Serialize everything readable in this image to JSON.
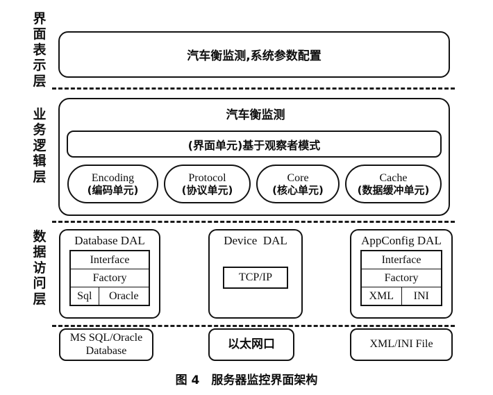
{
  "figure": {
    "caption": "图 4　服务器监控界面架构"
  },
  "layers": [
    {
      "id": "presentation",
      "label": "界面表示层",
      "label_chars": [
        "界",
        "面",
        "表",
        "示",
        "层"
      ],
      "boxes": [
        {
          "name": "presentation-main",
          "text": "汽车衡监测,系统参数配置"
        }
      ]
    },
    {
      "id": "business",
      "label": "业务逻辑层",
      "label_chars": [
        "业",
        "务",
        "逻",
        "辑",
        "层"
      ],
      "title": "汽车衡监测",
      "observer": "(界面单元)基于观察者模式",
      "units": [
        {
          "en": "Encoding",
          "cn": "(编码单元)"
        },
        {
          "en": "Protocol",
          "cn": "(协议单元)"
        },
        {
          "en": "Core",
          "cn": "(核心单元)"
        },
        {
          "en": "Cache",
          "cn": "(数据缓冲单元)"
        }
      ]
    },
    {
      "id": "data-access",
      "label": "数据访问层",
      "label_chars": [
        "数",
        "据",
        "访",
        "问",
        "层"
      ],
      "modules": [
        {
          "title": "Database DAL",
          "rows": [
            [
              "Interface"
            ],
            [
              "Factory"
            ],
            [
              "Sql",
              "Oracle"
            ]
          ]
        },
        {
          "title": "Device  DAL",
          "rows": [
            [
              "TCP/IP"
            ]
          ]
        },
        {
          "title": "AppConfig DAL",
          "rows": [
            [
              "Interface"
            ],
            [
              "Factory"
            ],
            [
              "XML",
              "INI"
            ]
          ]
        }
      ]
    }
  ],
  "storage": [
    {
      "line1": "MS SQL/Oracle",
      "line2": "Database"
    },
    {
      "line1": "以太网口",
      "line2": ""
    },
    {
      "line1": "XML/INI File",
      "line2": ""
    }
  ],
  "data_access": {
    "database": {
      "title": "Database DAL",
      "interface": "Interface",
      "factory": "Factory",
      "impl_left": "Sql",
      "impl_right": "Oracle"
    },
    "device": {
      "title": "Device  DAL",
      "protocol": "TCP/IP"
    },
    "appconfig": {
      "title": "AppConfig DAL",
      "interface": "Interface",
      "factory": "Factory",
      "impl_left": "XML",
      "impl_right": "INI"
    }
  },
  "colors": {
    "stroke": "#121212",
    "background": "#ffffff",
    "text": "#0d0d0d"
  }
}
